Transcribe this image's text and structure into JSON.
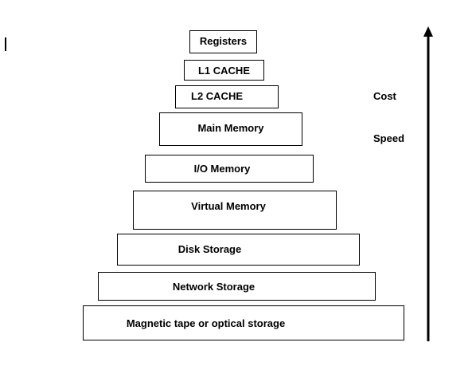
{
  "hierarchy": {
    "levels": [
      {
        "label": "Registers"
      },
      {
        "label": "L1 CACHE"
      },
      {
        "label": "L2 CACHE"
      },
      {
        "label": "Main Memory"
      },
      {
        "label": "I/O Memory"
      },
      {
        "label": "Virtual Memory"
      },
      {
        "label": "Disk Storage"
      },
      {
        "label": "Network Storage"
      },
      {
        "label": "Magnetic tape or optical storage"
      }
    ]
  },
  "side_labels": {
    "cost": "Cost",
    "speed": "Speed"
  },
  "colors": {
    "stroke": "#000000",
    "background": "#ffffff"
  },
  "icons": {
    "arrow": "up-arrow-icon",
    "cursor": "text-cursor-icon"
  }
}
